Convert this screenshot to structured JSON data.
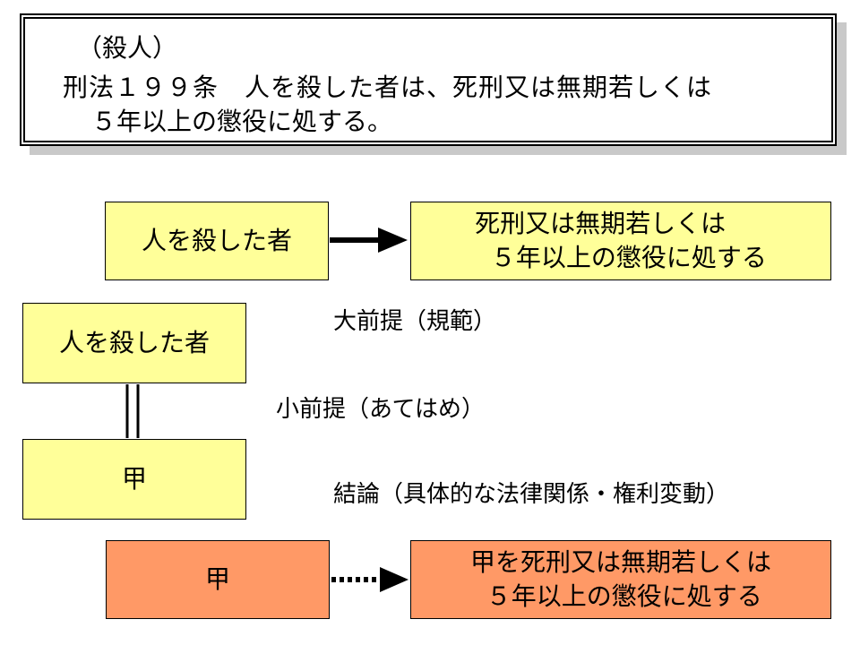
{
  "statute": {
    "heading": "（殺人）",
    "line1": "刑法１９９条　人を殺した者は、死刑又は無期若しくは",
    "line2": "５年以上の懲役に処する。"
  },
  "rule": {
    "condition": "人を殺した者",
    "effect": "死刑又は無期若しくは\n  ５年以上の懲役に処する"
  },
  "syllogism": {
    "major_premise_box": "人を殺した者",
    "minor_premise_box": "甲",
    "major_label": "大前提（規範）",
    "minor_label": "小前提（あてはめ）",
    "conclusion_label": "結論（具体的な法律関係・権利変動）"
  },
  "conclusion": {
    "subject": "甲",
    "effect": "甲を死刑又は無期若しくは\n  ５年以上の懲役に処する"
  },
  "colors": {
    "rule_fill": "#ffff99",
    "conclusion_fill": "#ff9966",
    "border": "#000000"
  }
}
